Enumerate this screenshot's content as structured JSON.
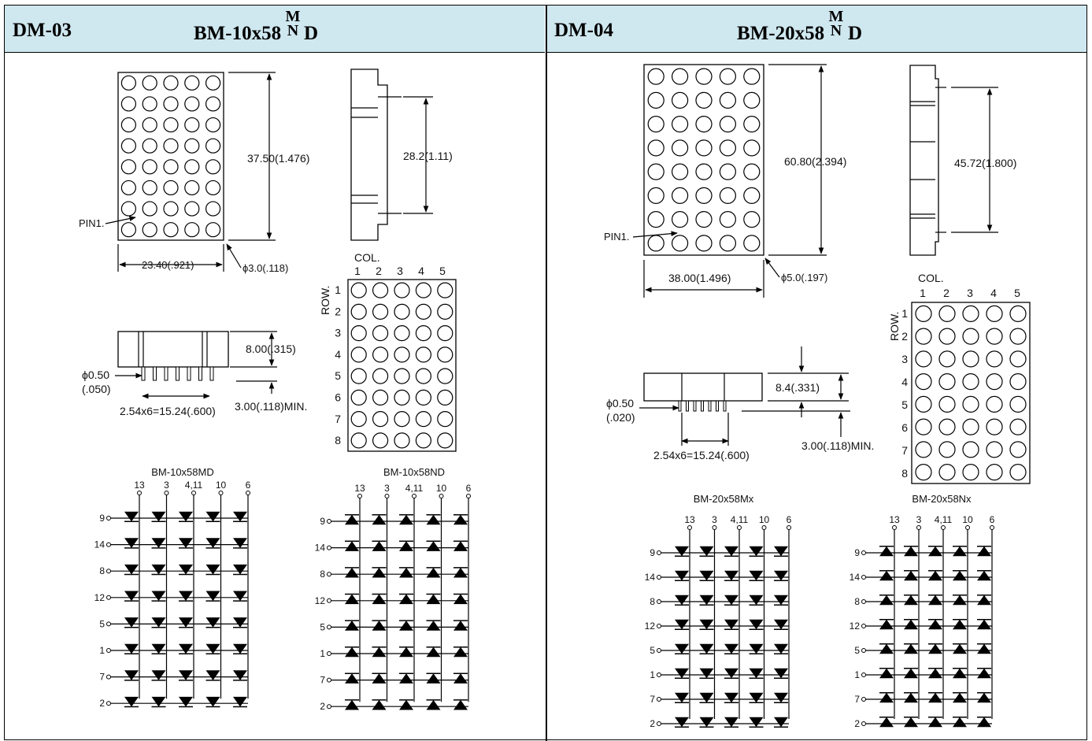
{
  "panels": [
    {
      "code": "DM-03",
      "model": "BM-10x58",
      "model_top": "M",
      "model_bottom": "N",
      "model_suffix": "D",
      "front_height": "37.50(1.476)",
      "front_width": "23.40(.921)",
      "dot_dia": "ϕ3.0(.118)",
      "pin1": "PIN1.",
      "side_pins": "28.2(1.11)",
      "bottom_height": "8.00(.315)",
      "pin_dia": "ϕ0.50",
      "pin_dia_in": "(.050)",
      "pin_pitch": "2.54x6=15.24(.600)",
      "pin_min": "3.00(.118)MIN.",
      "col_label": "COL.",
      "row_label": "ROW.",
      "cols": [
        "1",
        "2",
        "3",
        "4",
        "5"
      ],
      "rows": [
        "1",
        "2",
        "3",
        "4",
        "5",
        "6",
        "7",
        "8"
      ],
      "circuit_left_title": "BM-10x58MD",
      "circuit_right_title": "BM-10x58ND",
      "col_pins": [
        "13",
        "3",
        "4,11",
        "10",
        "6"
      ],
      "row_pins": [
        "9",
        "14",
        "8",
        "12",
        "5",
        "1",
        "7",
        "2"
      ]
    },
    {
      "code": "DM-04",
      "model": "BM-20x58",
      "model_top": "M",
      "model_bottom": "N",
      "model_suffix": "D",
      "front_height": "60.80(2.394)",
      "front_width": "38.00(1.496)",
      "dot_dia": "ϕ5.0(.197)",
      "pin1": "PIN1.",
      "side_pins": "45.72(1.800)",
      "bottom_height": "8.4(.331)",
      "pin_dia": "ϕ0.50",
      "pin_dia_in": "(.020)",
      "pin_pitch": "2.54x6=15.24(.600)",
      "pin_min": "3.00(.118)MIN.",
      "col_label": "COL.",
      "row_label": "ROW.",
      "cols": [
        "1",
        "2",
        "3",
        "4",
        "5"
      ],
      "rows": [
        "1",
        "2",
        "3",
        "4",
        "5",
        "6",
        "7",
        "8"
      ],
      "circuit_left_title": "BM-20x58Mx",
      "circuit_right_title": "BM-20x58Nx",
      "col_pins": [
        "13",
        "3",
        "4,11",
        "10",
        "6"
      ],
      "row_pins": [
        "9",
        "14",
        "8",
        "12",
        "5",
        "1",
        "7",
        "2"
      ]
    }
  ],
  "colors": {
    "header_bg": "#cfe7ef",
    "line": "#000000"
  }
}
